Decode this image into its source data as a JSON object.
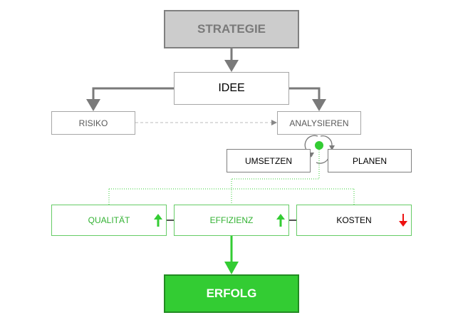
{
  "nodes": {
    "strategy": "STRATEGIE",
    "idea": "IDEE",
    "risk": "RISIKO",
    "analyze": "ANALYSIEREN",
    "implement": "UMSETZEN",
    "plan": "PLANEN",
    "quality": "QUALITÄT",
    "efficiency": "EFFIZIENZ",
    "costs": "KOSTEN",
    "success": "ERFOLG"
  },
  "trends": {
    "quality": "up",
    "efficiency": "up",
    "costs": "down"
  },
  "colors": {
    "gray_box": "#cccccc",
    "gray_border": "#808080",
    "connector": "#7a7a7a",
    "green": "#33cc33",
    "green_dark": "#228b22",
    "red": "#ee1111"
  },
  "icons": {
    "cycle": "cycle-arrows-icon",
    "status_dot": "status-dot-icon",
    "trend_up": "arrow-up-icon",
    "trend_down": "arrow-down-icon"
  }
}
